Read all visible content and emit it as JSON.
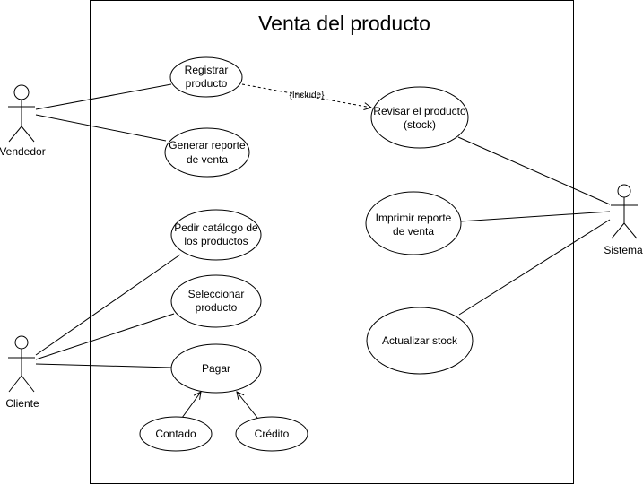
{
  "system": {
    "title": "Venta del producto"
  },
  "actors": [
    {
      "id": "vendedor",
      "label": "Vendedor"
    },
    {
      "id": "cliente",
      "label": "Cliente"
    },
    {
      "id": "sistema",
      "label": "Sistema"
    }
  ],
  "use_cases": [
    {
      "id": "registrar-producto",
      "lines": [
        "Registrar",
        "producto"
      ]
    },
    {
      "id": "generar-reporte-venta",
      "lines": [
        "Generar reporte",
        "de venta"
      ]
    },
    {
      "id": "pedir-catalogo",
      "lines": [
        "Pedir catálogo de",
        "los productos"
      ]
    },
    {
      "id": "seleccionar-producto",
      "lines": [
        "Seleccionar",
        "producto"
      ]
    },
    {
      "id": "pagar",
      "lines": [
        "Pagar"
      ]
    },
    {
      "id": "contado",
      "lines": [
        "Contado"
      ]
    },
    {
      "id": "credito",
      "lines": [
        "Crédito"
      ]
    },
    {
      "id": "revisar-producto",
      "lines": [
        "Revisar el producto",
        "(stock)"
      ]
    },
    {
      "id": "imprimir-reporte-venta",
      "lines": [
        "Imprimir reporte",
        "de venta"
      ]
    },
    {
      "id": "actualizar-stock",
      "lines": [
        "Actualizar stock"
      ]
    }
  ],
  "relations": {
    "include_label": "{Include}"
  }
}
